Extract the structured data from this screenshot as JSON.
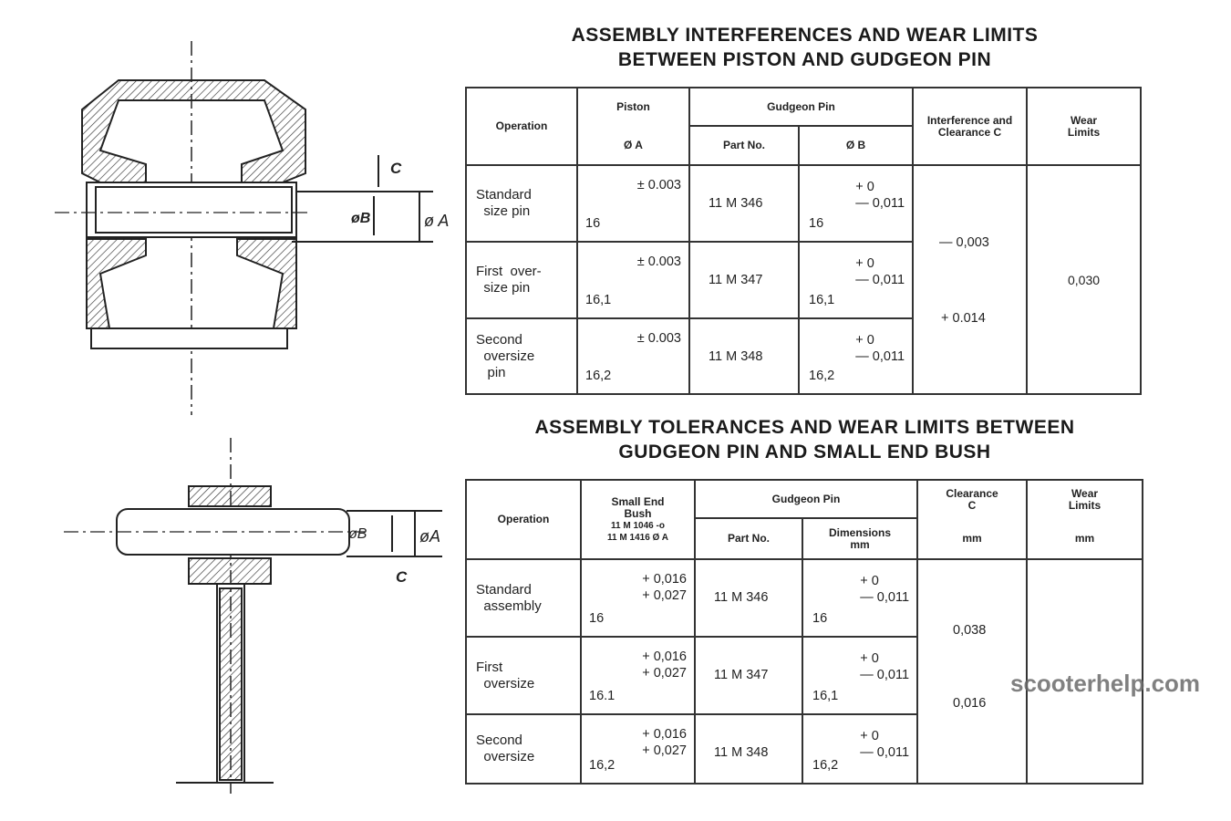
{
  "t1": {
    "title1": "ASSEMBLY INTERFERENCES AND WEAR LIMITS",
    "title2": "BETWEEN PISTON AND GUDGEON PIN",
    "h": {
      "op": "Operation",
      "piston": "Piston",
      "dia_a": "Ø A",
      "gp": "Gudgeon Pin",
      "part": "Part No.",
      "dia_b": "Ø B",
      "ic": "Interference and Clearance C",
      "wear": "Wear Limits"
    },
    "rows": [
      {
        "op": "Standard\n  size pin",
        "tol": "± 0.003",
        "a": "16",
        "part": "11 M 346",
        "btol": "+ 0\n— 0,011",
        "b": "16"
      },
      {
        "op": "First  over-\n  size pin",
        "tol": "± 0.003",
        "a": "16,1",
        "part": "11 M 347",
        "btol": "+ 0\n— 0,011",
        "b": "16,1"
      },
      {
        "op": "Second\n  oversize\n   pin",
        "tol": "± 0.003",
        "a": "16,2",
        "part": "11 M 348",
        "btol": "+ 0\n— 0,011",
        "b": "16,2"
      }
    ],
    "int1": "— 0,003",
    "int2": "+ 0.014",
    "wear": "0,030"
  },
  "t2": {
    "title1": "ASSEMBLY TOLERANCES AND WEAR LIMITS BETWEEN",
    "title2": "GUDGEON PIN AND SMALL END BUSH",
    "h": {
      "op": "Operation",
      "bush": "Small End Bush",
      "bush2": "11  M  1046 -o",
      "bush3": "11  M  1416 Ø A",
      "gp": "Gudgeon Pin",
      "part": "Part No.",
      "dim": "Dimensions mm",
      "cl": "Clearance C",
      "cl_unit": "mm",
      "wear": "Wear Limits",
      "wear_unit": "mm"
    },
    "rows": [
      {
        "op": "Standard\n  assembly",
        "tol": "+ 0,016\n+ 0,027",
        "a": "16",
        "part": "11 M 346",
        "btol": "+ 0\n— 0,011",
        "b": "16"
      },
      {
        "op": "First\n  oversize",
        "tol": "+ 0,016\n+ 0,027",
        "a": "16.1",
        "part": "11 M 347",
        "btol": "+ 0\n— 0,011",
        "b": "16,1"
      },
      {
        "op": "Second\n  oversize",
        "tol": "+ 0,016\n+ 0,027",
        "a": "16,2",
        "part": "11 M 348",
        "btol": "+ 0\n— 0,011",
        "b": "16,2"
      }
    ],
    "cl1": "0,038",
    "cl2": "0,016"
  },
  "diagram": {
    "c": "C",
    "b": "øB",
    "a": "ø A",
    "c2": "C",
    "b2": "øB",
    "a2": "øA"
  },
  "watermark": "scooterhelp.com"
}
